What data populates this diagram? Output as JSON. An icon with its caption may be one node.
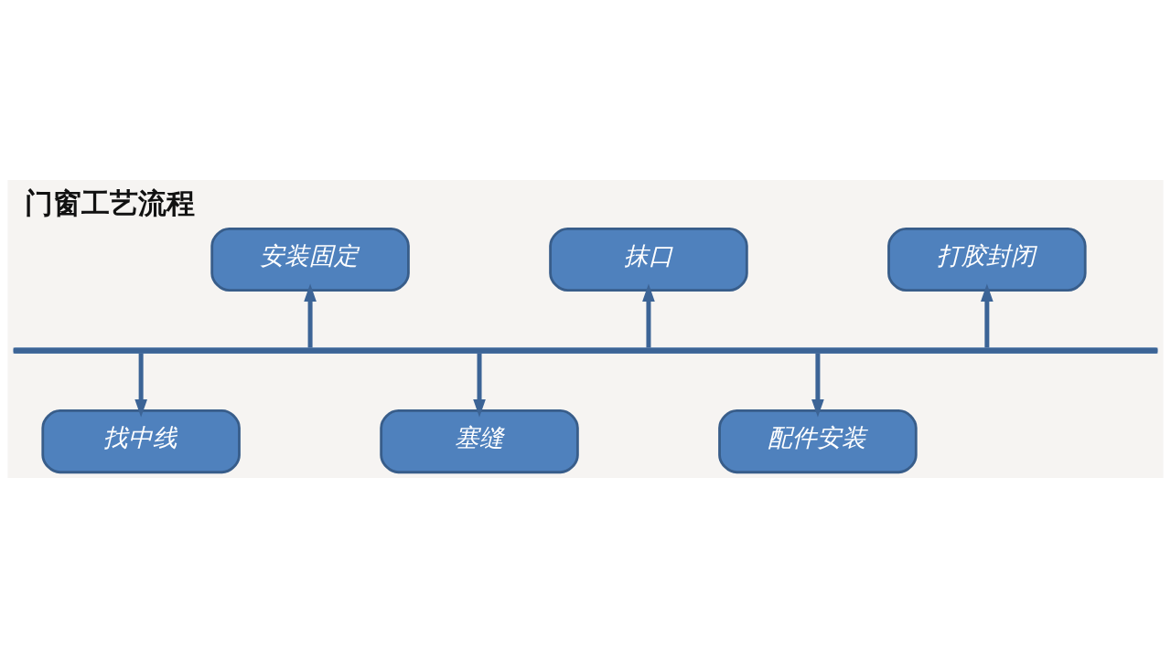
{
  "diagram": {
    "title": "门窗工艺流程",
    "nodes": [
      {
        "text": [],
        "shape": "bar"
      },
      {
        "text": [
          "找中线"
        ]
      },
      {
        "text": [
          "安装固定"
        ]
      },
      {
        "text": [
          "塞缝"
        ]
      },
      {
        "text": [
          "抹口"
        ]
      },
      {
        "text": [
          "配件安装"
        ]
      },
      {
        "text": [
          "打胶封闭"
        ]
      }
    ],
    "edges": [
      {
        "from": 0,
        "to": 1,
        "arrow": "to"
      },
      {
        "from": 0,
        "to": 2,
        "arrow": "to"
      },
      {
        "from": 0,
        "to": 3,
        "arrow": "to"
      },
      {
        "from": 0,
        "to": 4,
        "arrow": "to"
      },
      {
        "from": 0,
        "to": 5,
        "arrow": "to"
      },
      {
        "from": 0,
        "to": 6,
        "arrow": "to"
      }
    ]
  }
}
